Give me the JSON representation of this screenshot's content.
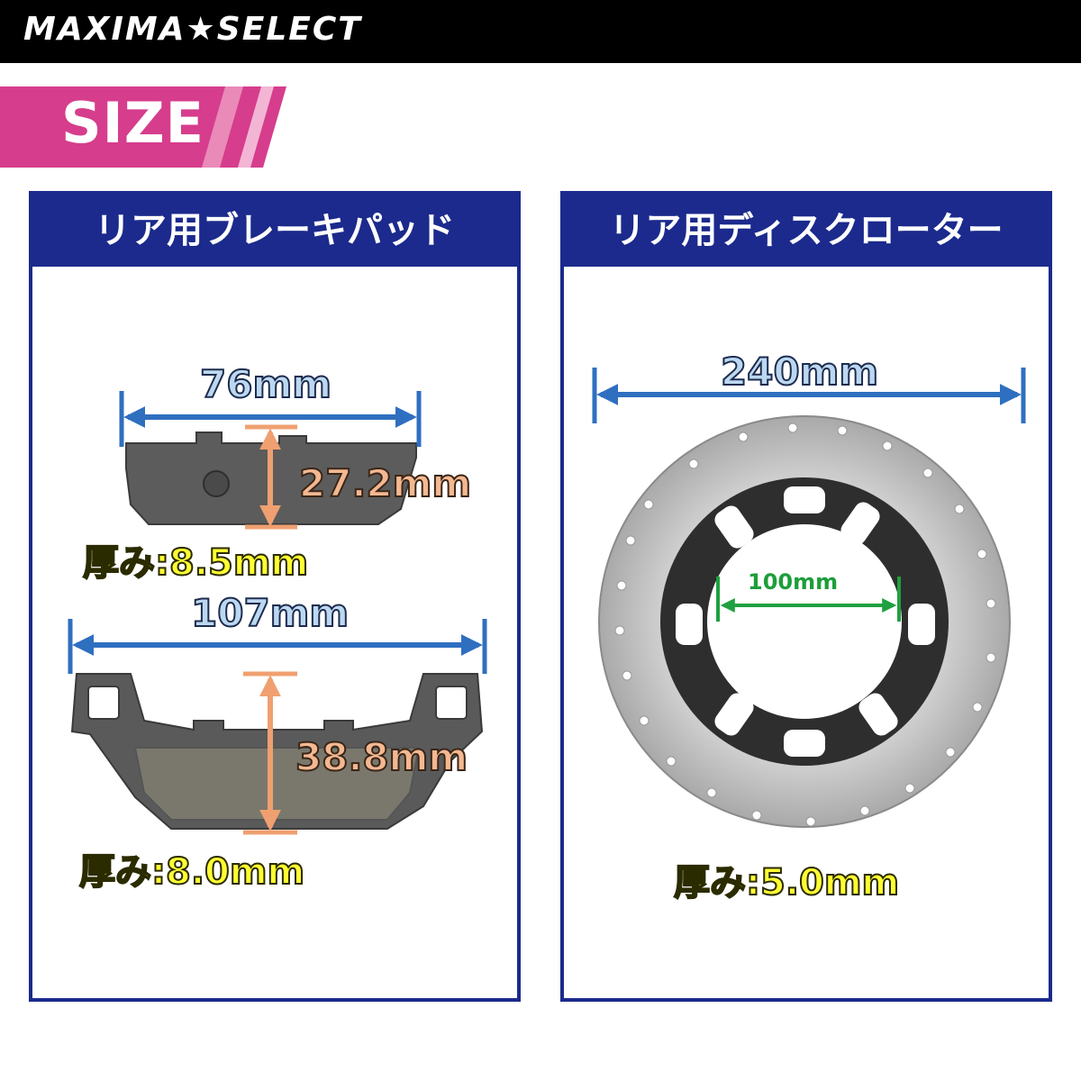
{
  "brand": {
    "text": "MAXIMA★SELECT"
  },
  "section": {
    "title": "SIZE",
    "accent": "#d63d8c"
  },
  "panels": {
    "left": {
      "title": "リア用ブレーキパッド",
      "pad_small": {
        "width": "76mm",
        "height": "27.2mm",
        "thickness": "厚み:8.5mm"
      },
      "pad_large": {
        "width": "107mm",
        "height": "38.8mm",
        "thickness": "厚み:8.0mm"
      }
    },
    "right": {
      "title": "リア用ディスクローター",
      "outer": "240mm",
      "inner": "100mm",
      "thickness": "厚み:5.0mm"
    }
  },
  "colors": {
    "panel": "#1b2a8c",
    "arrow_blue": "#2f6fc0",
    "arrow_peach": "#f0a070",
    "arrow_green": "#20a040"
  }
}
